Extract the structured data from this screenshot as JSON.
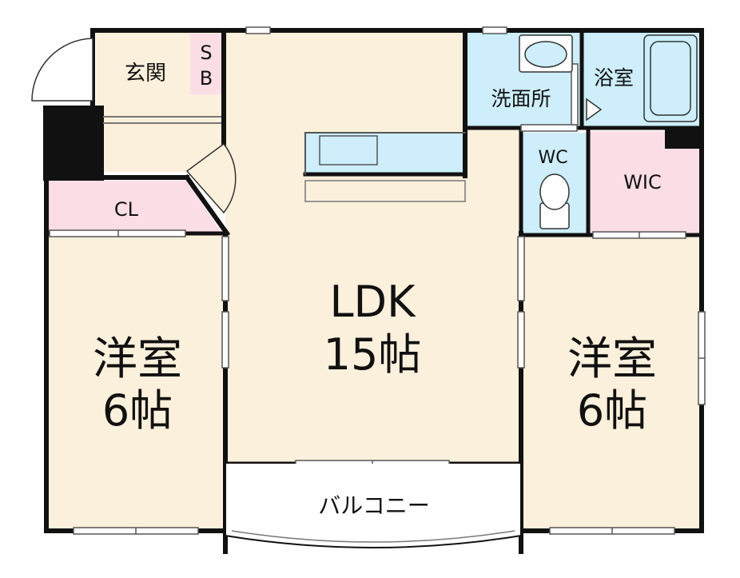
{
  "rooms": {
    "genkan": "玄関",
    "sb_top": "S",
    "sb_bottom": "B",
    "washroom": "洗面所",
    "bath": "浴室",
    "wc": "WC",
    "wic": "WIC",
    "cl": "CL",
    "ldk_name": "LDK",
    "ldk_size": "15帖",
    "west_room_name": "洋室",
    "west_room_size": "6帖",
    "east_room_name": "洋室",
    "east_room_size": "6帖",
    "balcony": "バルコニー"
  },
  "colors": {
    "floor": "#fbf0dc",
    "wet": "#cdeefa",
    "storage": "#fbdde6",
    "wall": "#111111",
    "balcony": "#ffffff"
  }
}
